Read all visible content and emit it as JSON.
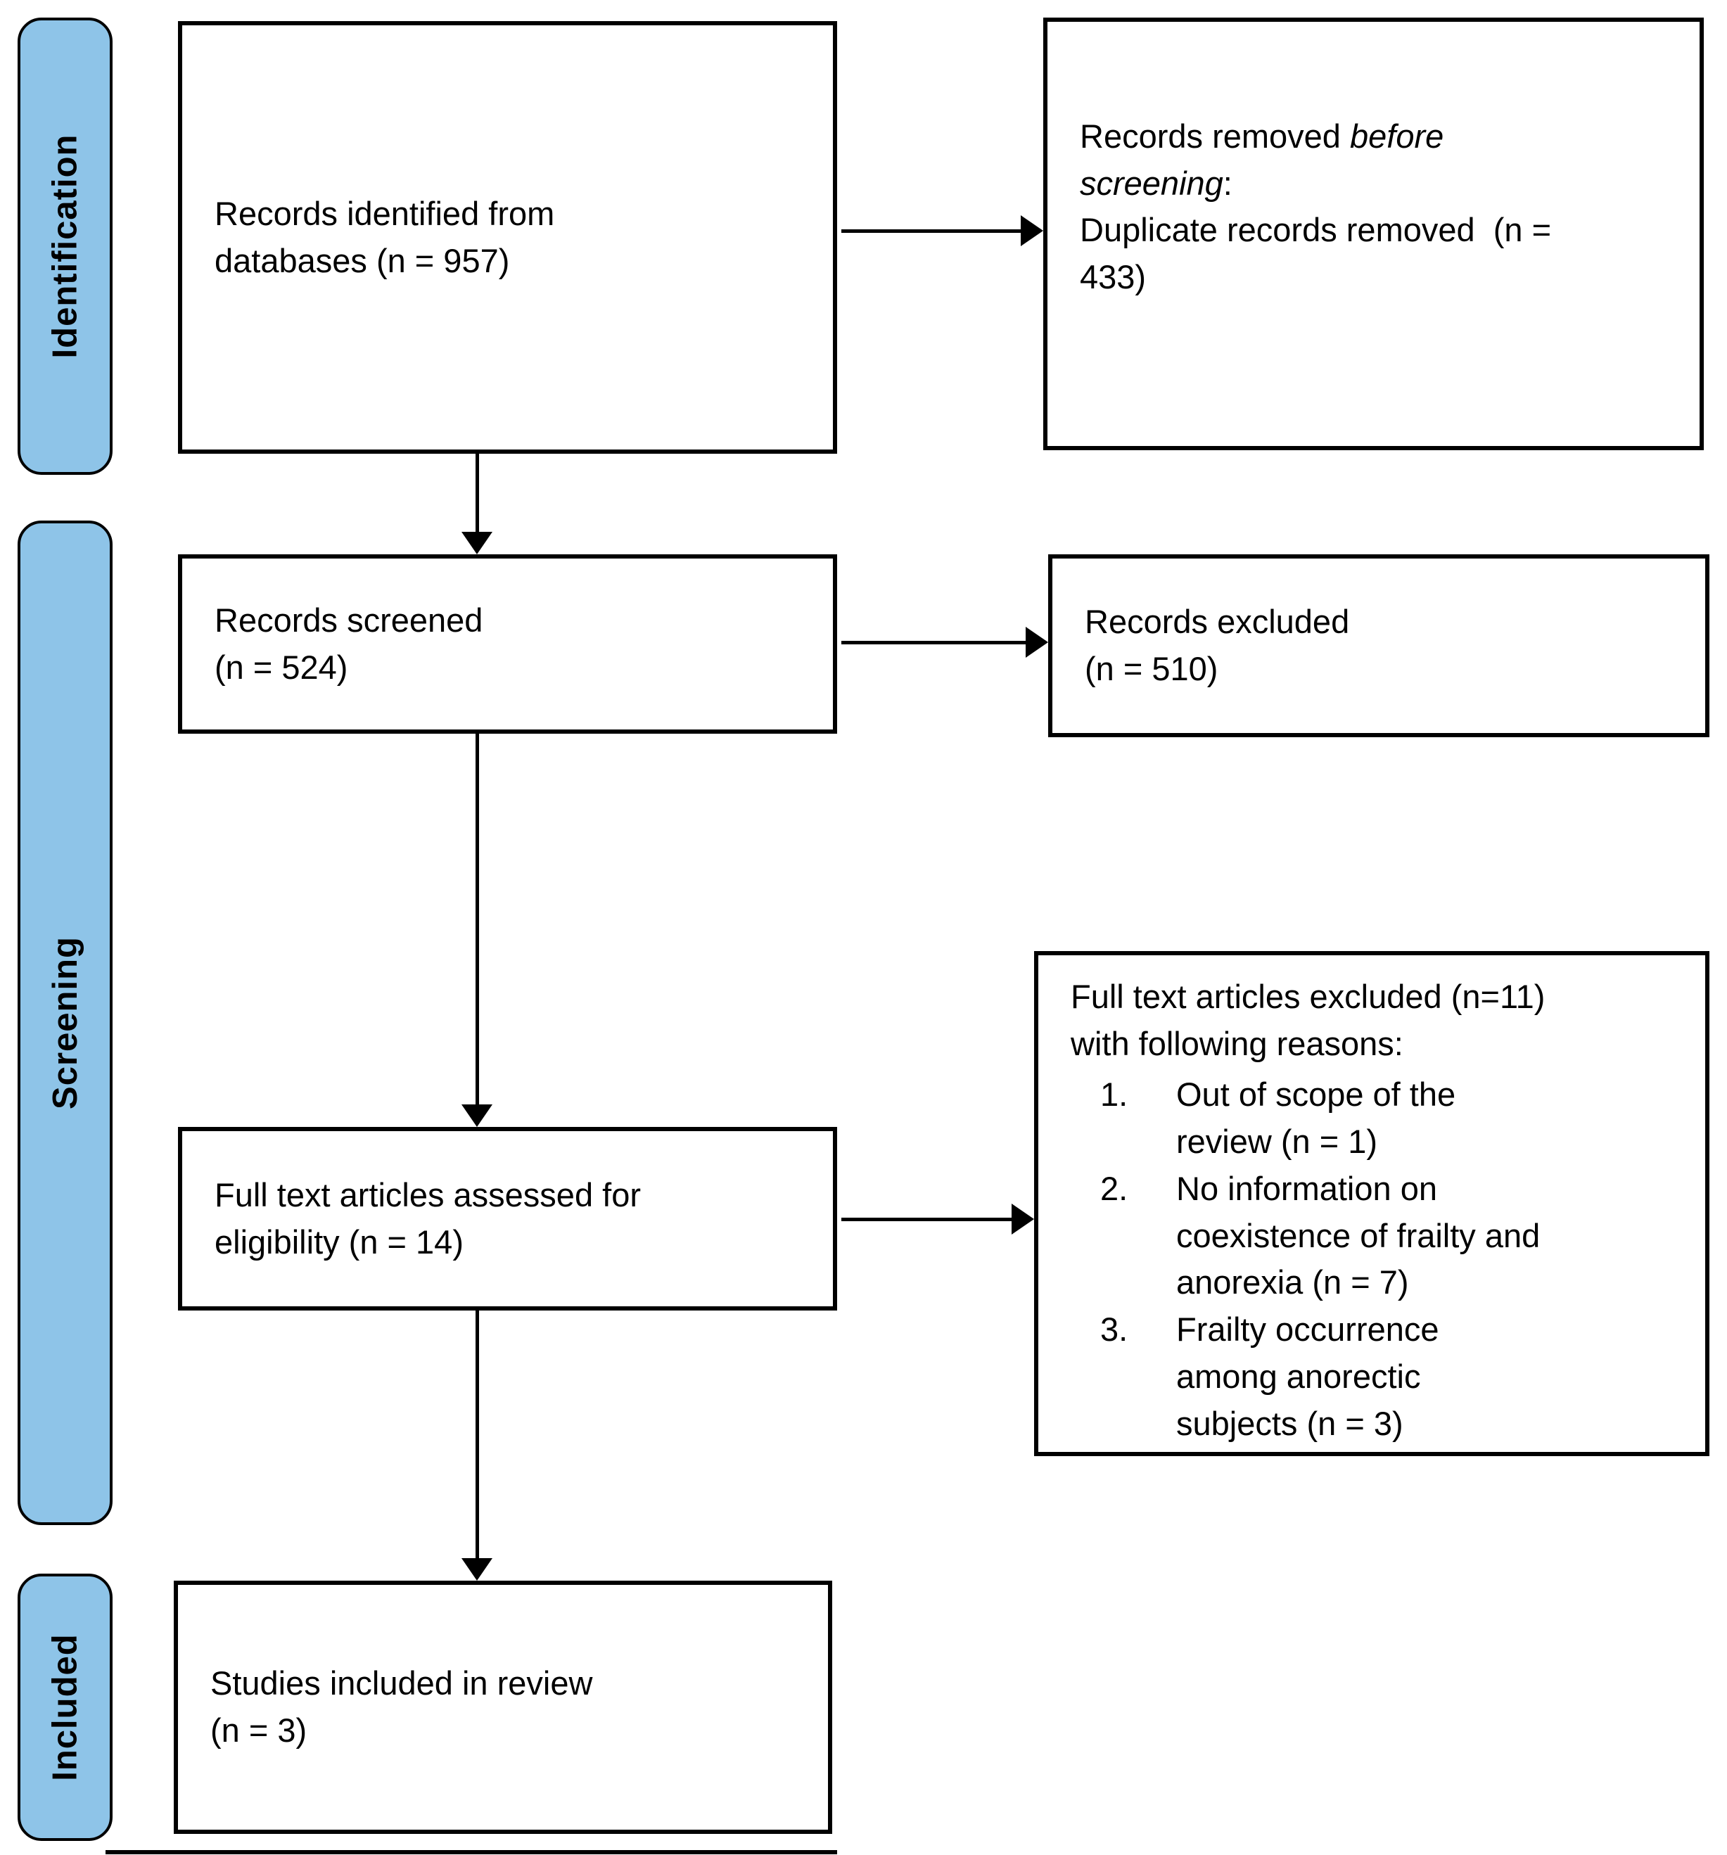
{
  "diagram": {
    "colors": {
      "stage_fill": "#8EC4E8",
      "line_color": "#000000",
      "background": "#ffffff"
    },
    "stages": [
      {
        "label": "Identification"
      },
      {
        "label": "Screening"
      },
      {
        "label": "Included"
      }
    ],
    "boxes": {
      "records_identified": {
        "text": "Records identified from\ndatabases (n = 957)"
      },
      "records_removed": {
        "line1_regular": "Records removed ",
        "line1_italic": "before",
        "line2_italic": "screening",
        "line2_regular": ":",
        "body": "Duplicate records removed  (n =\n433)"
      },
      "records_screened": {
        "text": "Records screened\n(n = 524)"
      },
      "records_excluded": {
        "text": "Records excluded\n(n = 510)"
      },
      "fulltext_assessed": {
        "text": "Full text articles assessed for\neligibility (n = 14)"
      },
      "fulltext_excluded": {
        "heading": "Full text articles excluded (n=11)\nwith following reasons:",
        "reasons": [
          {
            "num": "1.",
            "text": "Out of scope of the\nreview (n = 1)"
          },
          {
            "num": "2.",
            "text": "No information on\ncoexistence of frailty and\nanorexia (n = 7)"
          },
          {
            "num": "3.",
            "text": "Frailty occurrence\namong anorectic\nsubjects (n = 3)"
          }
        ]
      },
      "studies_included": {
        "text": "Studies included in review\n(n = 3)"
      }
    }
  }
}
